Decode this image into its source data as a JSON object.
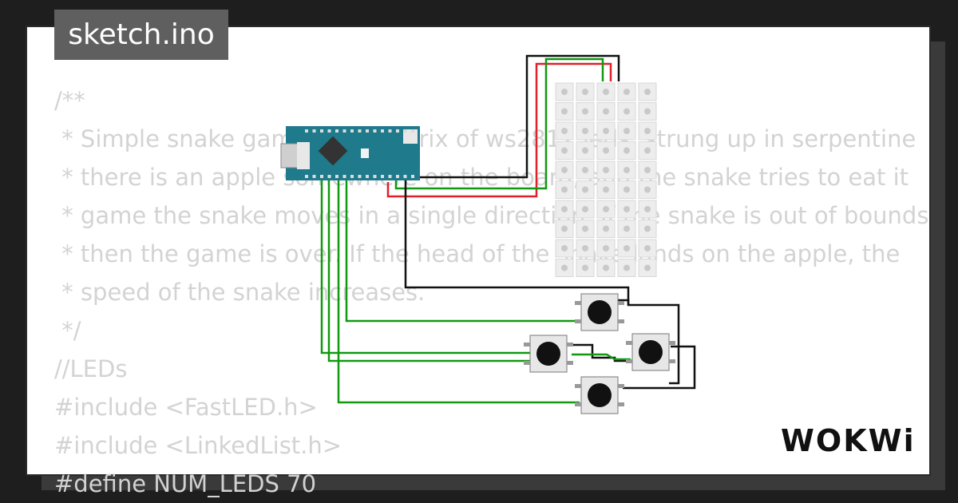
{
  "window": {
    "title_tag": "sketch.ino"
  },
  "code": {
    "lines": [
      "/**",
      " * Simple snake game on a matrix of ws2812 leds, strung up in serpentine",
      " * there is an apple somewhere on the board, and the snake tries to eat it",
      " * game the snake moves in a single direction. If the snake is out of bounds",
      " * then the game is over. If the head of the snake lands on the apple, the",
      " * speed of the snake increases.",
      " */",
      "//LEDs",
      "#include <FastLED.h>",
      "#include <LinkedList.h>",
      "#define NUM_LEDS 70"
    ]
  },
  "brand": {
    "logo": "WOKWi"
  },
  "colors": {
    "wire_black": "#111111",
    "wire_red": "#e0202a",
    "wire_green": "#119911",
    "board": "#1f7a8c"
  },
  "icons": [
    "arduino-nano-icon",
    "led-matrix-icon",
    "pushbutton-icon"
  ]
}
